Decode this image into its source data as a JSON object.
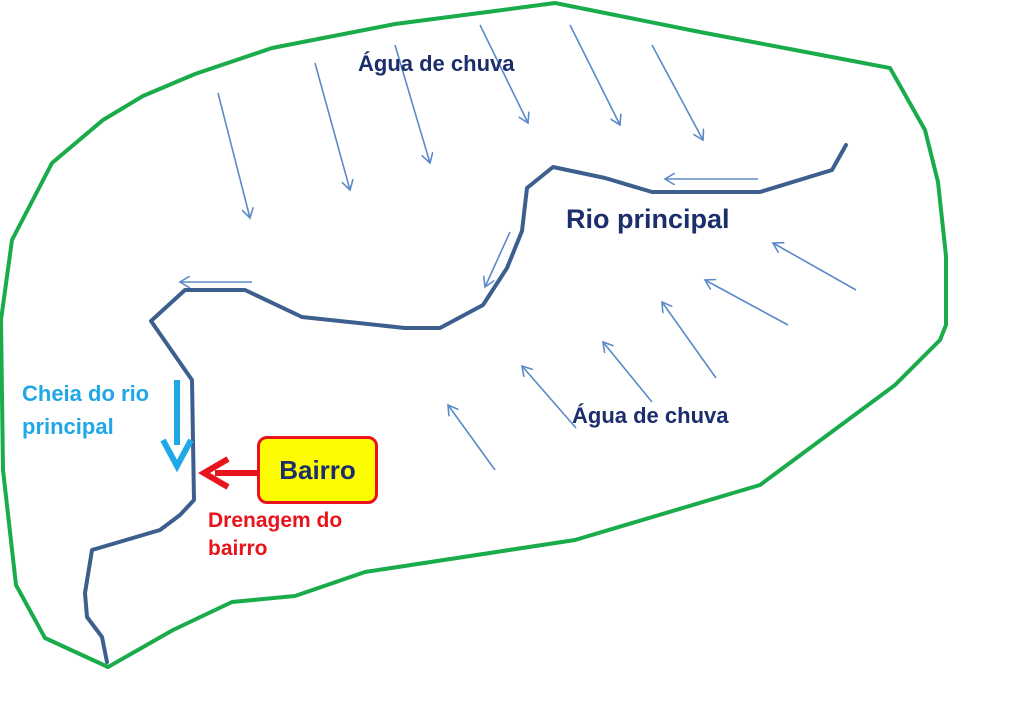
{
  "labels": {
    "rain_top": "Água de chuva",
    "river": "Rio principal",
    "rain_bottom": "Água de chuva",
    "flood_line1": "Cheia do rio",
    "flood_line2": "principal",
    "neighborhood": "Bairro",
    "drainage_line1": "Drenagem do",
    "drainage_line2": "bairro"
  },
  "colors": {
    "boundary": "#1aab4a",
    "river": "#3d5f8e",
    "rain_arrow": "#5b8ac8",
    "dark_text": "#1c2e6b",
    "flood": "#20a8e6",
    "drainage": "#e8141b",
    "neighborhood_fill": "#fdfc00"
  }
}
